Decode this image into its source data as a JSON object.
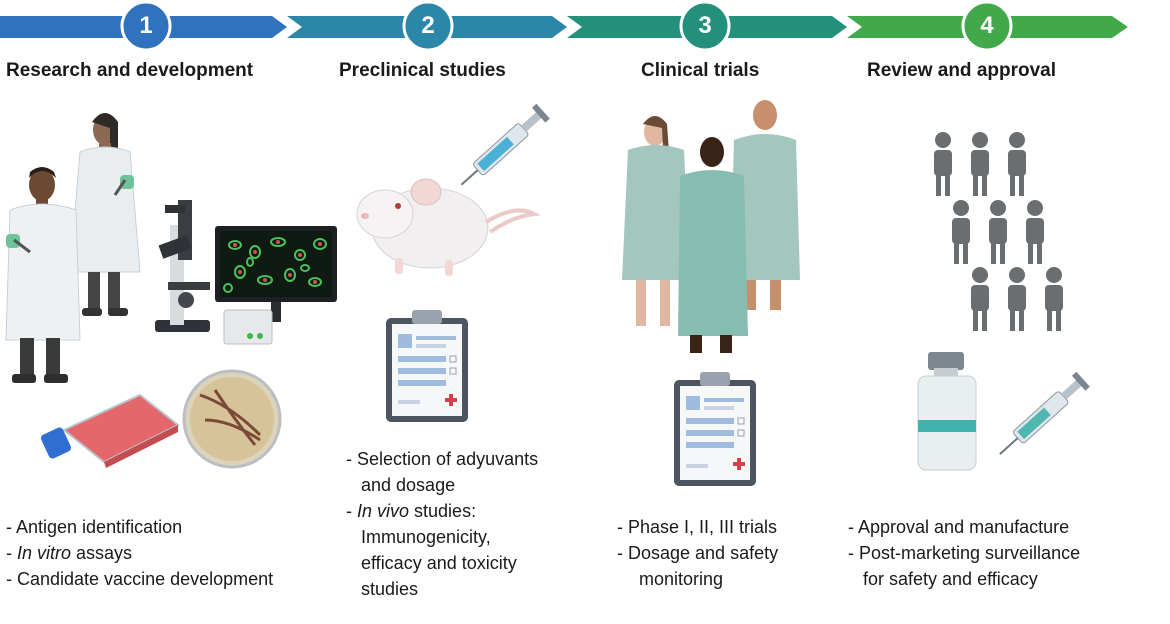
{
  "steps": [
    {
      "number": "1",
      "title": "Research and development",
      "color": "#2f72bd"
    },
    {
      "number": "2",
      "title": "Preclinical studies",
      "color": "#2b8aa3"
    },
    {
      "number": "3",
      "title": "Clinical trials",
      "color": "#24907b"
    },
    {
      "number": "4",
      "title": "Review and approval",
      "color": "#3fa64a"
    }
  ],
  "bullets": {
    "research": [
      {
        "prefix": "- Antigen identification"
      },
      {
        "prefix": "- ",
        "italic": "In vitro",
        "rest": " assays"
      },
      {
        "prefix": "- Candidate vaccine development"
      }
    ],
    "preclinical": [
      {
        "prefix": "- Selection of adyuvants"
      },
      {
        "cont": "and dosage"
      },
      {
        "prefix": "- ",
        "italic": "In vivo",
        "rest": " studies:"
      },
      {
        "cont": "Immunogenicity,"
      },
      {
        "cont": "efficacy and toxicity"
      },
      {
        "cont": "studies"
      }
    ],
    "clinical": [
      {
        "prefix": "- Phase I, II, III trials"
      },
      {
        "prefix": "- Dosage and safety"
      },
      {
        "cont": "monitoring"
      }
    ],
    "review": [
      {
        "prefix": "- Approval and manufacture"
      },
      {
        "prefix": "- Post-marketing surveillance"
      },
      {
        "cont": "for safety and efficacy"
      }
    ]
  },
  "icons": [
    "scientist-icon",
    "microscope-icon",
    "monitor-cells-icon",
    "culture-flask-icon",
    "petri-dish-icon",
    "mouse-icon",
    "syringe-icon",
    "clipboard-icon",
    "patients-icon",
    "population-icon",
    "vaccine-vial-icon"
  ]
}
